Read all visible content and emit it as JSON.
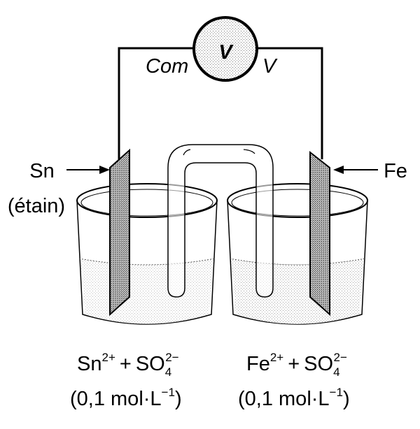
{
  "voltmeter": {
    "symbol": "V",
    "terminal_com": "Com",
    "terminal_v": "V"
  },
  "left_electrode": {
    "label": "Sn",
    "sublabel": "(étain)"
  },
  "right_electrode": {
    "label": "Fe"
  },
  "left_solution": {
    "ion1": "Sn",
    "ion1_charge": "2+",
    "plus": "+",
    "ion2": "SO",
    "ion2_sub": "4",
    "ion2_charge": "2−",
    "concentration": "(0,1 mol·L",
    "conc_exp": "−1",
    "close": ")"
  },
  "right_solution": {
    "ion1": "Fe",
    "ion1_charge": "2+",
    "plus": "+",
    "ion2": "SO",
    "ion2_sub": "4",
    "ion2_charge": "2−",
    "concentration": "(0,1 mol·L",
    "conc_exp": "−1",
    "close": ")"
  }
}
